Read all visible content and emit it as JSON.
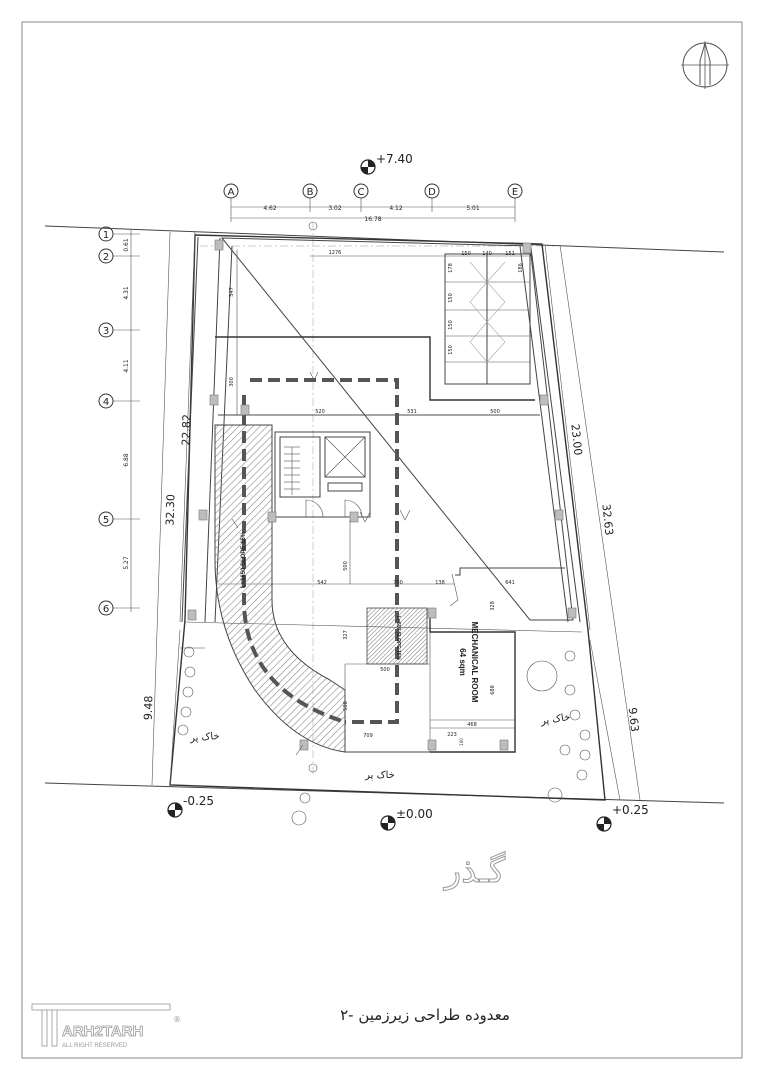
{
  "grid_columns": [
    "A",
    "B",
    "C",
    "D",
    "E"
  ],
  "grid_rows": [
    "1",
    "2",
    "3",
    "4",
    "5",
    "6"
  ],
  "col_spacings": [
    "4.62",
    "3.02",
    "4.12",
    "5.01"
  ],
  "col_total": "16.78",
  "row_spacings": [
    "0.61",
    "4.31",
    "4.11",
    "6.88",
    "5.27"
  ],
  "levels": {
    "top": "+7.40",
    "left": "-0.25",
    "center": "±0.00",
    "right": "+0.25"
  },
  "site_dims": {
    "left_upper": "22.82",
    "left_total": "32.30",
    "left_lower": "9.48",
    "right_upper": "23.00",
    "right_total": "32.63",
    "right_lower": "9.63"
  },
  "inner_dims": {
    "d1276": "1276",
    "d547": "547",
    "d300": "300",
    "d520": "520",
    "d531": "531",
    "d500a": "500",
    "d542": "542",
    "d700": "700",
    "d138": "138",
    "d641": "641",
    "d328": "328",
    "d500b": "500",
    "d500c": "500",
    "d327": "327",
    "d688": "688",
    "d468": "468",
    "d709": "709",
    "d223": "223",
    "d100": "100",
    "d500d": "500"
  },
  "parking_dims": [
    "150",
    "140",
    "151",
    "178",
    "186"
  ],
  "parking_stall_dim": "150",
  "mechanical_room": {
    "title": "MECHANICAL ROOM",
    "area": "64 sqm"
  },
  "ramp_labels": {
    "main": "L=1650 SLOPE 15%",
    "small": "L=500 SLOPE 15%"
  },
  "soil_label": "خاک پر",
  "street_label": "گـذر",
  "drawing_title": "معدوده طراحی زیرزمین -۲",
  "logo": {
    "name": "ARH2TARH",
    "tagline": "ALL RIGHT RESERVED",
    "mark": "®"
  },
  "icons": [
    "north-arrow-icon",
    "level-marker-icon",
    "grid-bubble-icon",
    "tree-icon",
    "door-swing-icon",
    "stair-icon",
    "column-icon"
  ],
  "colors": {
    "line": "#333333",
    "hatch": "#9e9e9e",
    "grey_fill": "#bdbdbd",
    "background": "#ffffff"
  }
}
